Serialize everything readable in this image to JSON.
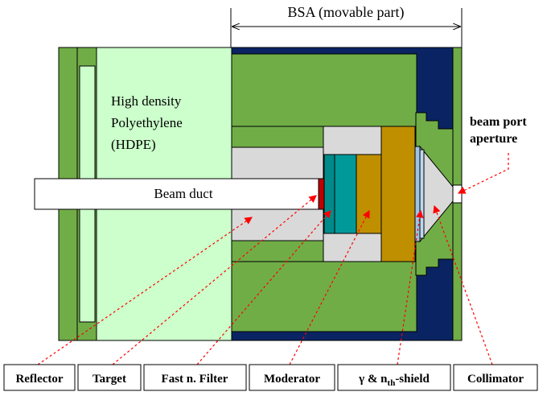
{
  "header": {
    "bsa_label": "BSA (movable part)"
  },
  "regions": {
    "hdpe": [
      "High density",
      "Polyethylene",
      "(HDPE)"
    ],
    "beam_duct": "Beam duct",
    "beam_port": [
      "beam port",
      "aperture"
    ]
  },
  "labels": {
    "reflector": "Reflector",
    "target": "Target",
    "fast_filter": "Fast n. Filter",
    "moderator": "Moderator",
    "shield_prefix": "γ & n",
    "shield_sub": "th",
    "shield_suffix": "-shield",
    "collimator": "Collimator"
  },
  "colors": {
    "green": "#70ad47",
    "light_green": "#ccffcc",
    "navy": "#0a2463",
    "gray": "#d9d9d9",
    "teal": "#009999",
    "amber": "#bf8f00",
    "light_blue": "#9dc3e6",
    "red": "#c00000",
    "arrow": "#ff0000"
  }
}
